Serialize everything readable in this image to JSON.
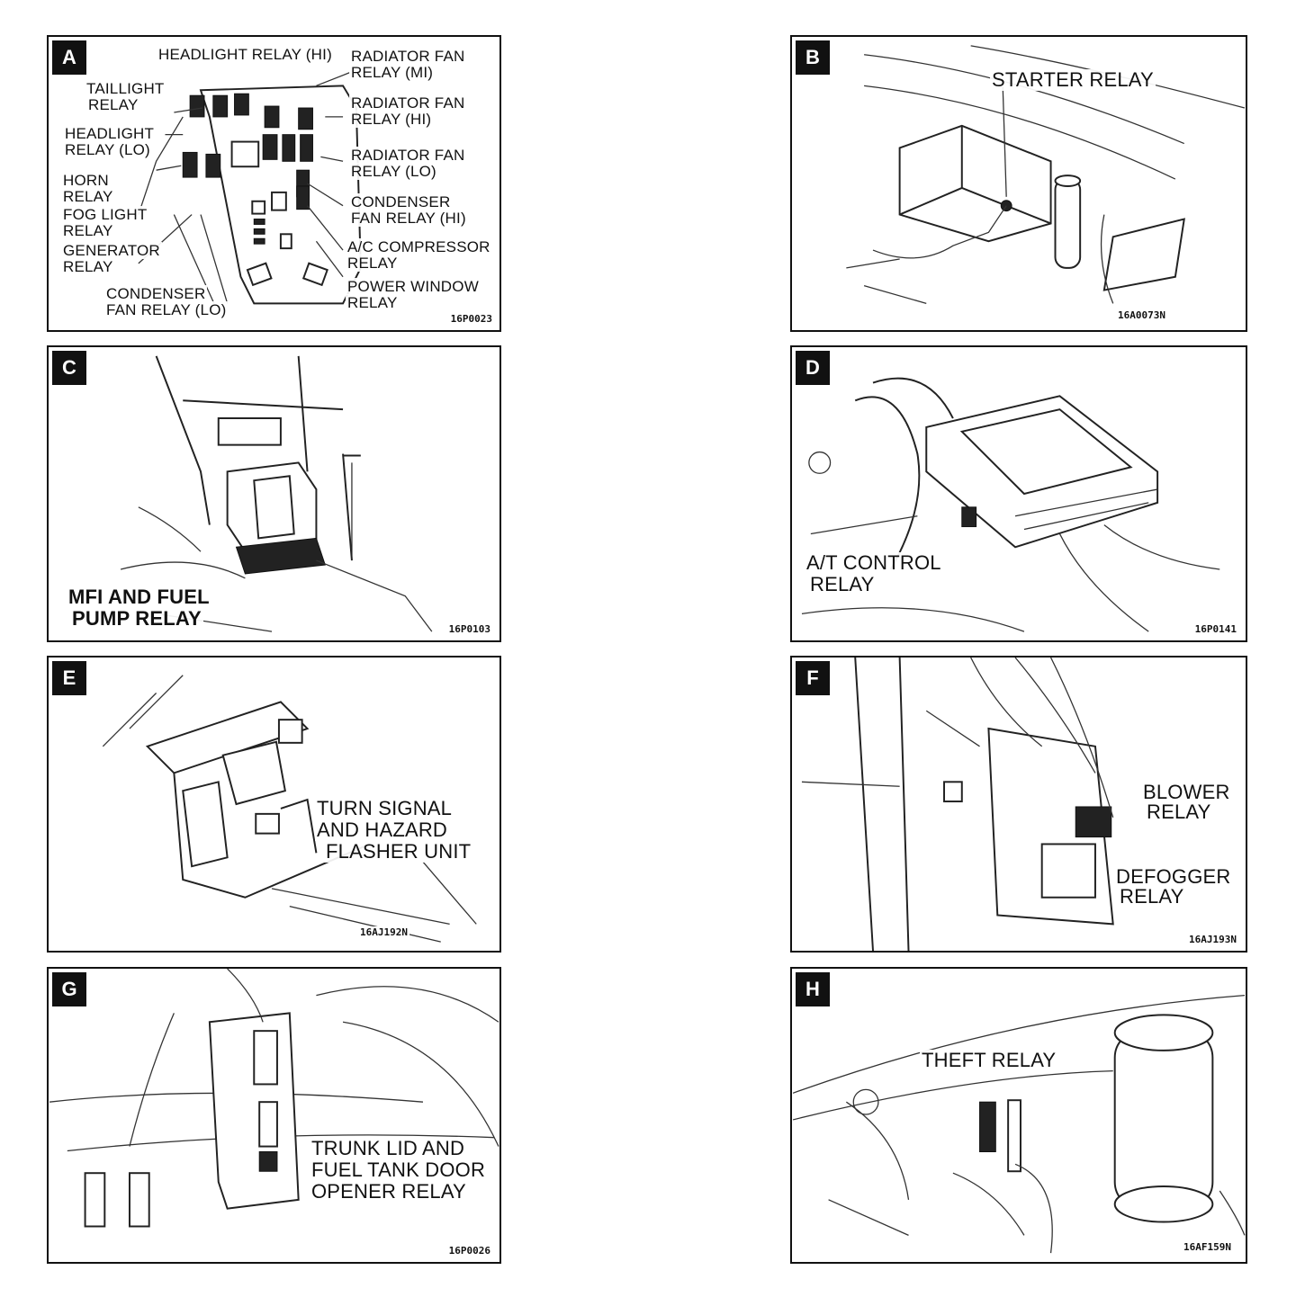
{
  "panels": {
    "a": {
      "letter": "A",
      "labels": {
        "headlight_relay_hi": "HEADLIGHT RELAY (HI)",
        "taillight_relay_1": "TAILLIGHT",
        "taillight_relay_2": "RELAY",
        "headlight_relay_lo_1": "HEADLIGHT",
        "headlight_relay_lo_2": "RELAY (LO)",
        "horn_relay_1": "HORN",
        "horn_relay_2": "RELAY",
        "fog_light_relay_1": "FOG LIGHT",
        "fog_light_relay_2": "RELAY",
        "generator_relay_1": "GENERATOR",
        "generator_relay_2": "RELAY",
        "condenser_fan_relay_lo_1": "CONDENSER",
        "condenser_fan_relay_lo_2": "FAN RELAY (LO)",
        "radiator_fan_relay_mi_1": "RADIATOR   FAN",
        "radiator_fan_relay_mi_2": "RELAY (MI)",
        "radiator_fan_relay_hi_1": "RADIATOR   FAN",
        "radiator_fan_relay_hi_2": "RELAY (HI)",
        "radiator_fan_relay_lo_1": "RADIATOR   FAN",
        "radiator_fan_relay_lo_2": "RELAY (LO)",
        "condenser_fan_relay_hi_1": "CONDENSER",
        "condenser_fan_relay_hi_2": "FAN RELAY (HI)",
        "ac_compressor_relay_1": "A/C COMPRESSOR",
        "ac_compressor_relay_2": "RELAY",
        "power_window_relay_1": "POWER   WINDOW",
        "power_window_relay_2": "RELAY"
      },
      "code": "16P0023"
    },
    "b": {
      "letter": "B",
      "labels": {
        "starter_relay": "STARTER RELAY"
      },
      "code": "16A0073N"
    },
    "c": {
      "letter": "C",
      "labels": {
        "mfi_relay_1": "MFI AND FUEL",
        "mfi_relay_2": "PUMP RELAY"
      },
      "code": "16P0103"
    },
    "d": {
      "letter": "D",
      "labels": {
        "at_control_relay_1": "A/T CONTROL",
        "at_control_relay_2": "RELAY"
      },
      "code": "16P0141"
    },
    "e": {
      "letter": "E",
      "labels": {
        "flasher_1": "TURN SIGNAL",
        "flasher_2": "AND HAZARD",
        "flasher_3": "FLASHER UNIT"
      },
      "code": "16AJ192N"
    },
    "f": {
      "letter": "F",
      "labels": {
        "blower_relay_1": "BLOWER",
        "blower_relay_2": "RELAY",
        "defogger_relay_1": "DEFOGGER",
        "defogger_relay_2": "RELAY"
      },
      "code": "16AJ193N"
    },
    "g": {
      "letter": "G",
      "labels": {
        "trunk_relay_1": "TRUNK   LID   AND",
        "trunk_relay_2": "FUEL TANK DOOR",
        "trunk_relay_3": "OPENER RELAY"
      },
      "code": "16P0026"
    },
    "h": {
      "letter": "H",
      "labels": {
        "theft_relay": "THEFT RELAY"
      },
      "code": "16AF159N"
    }
  }
}
